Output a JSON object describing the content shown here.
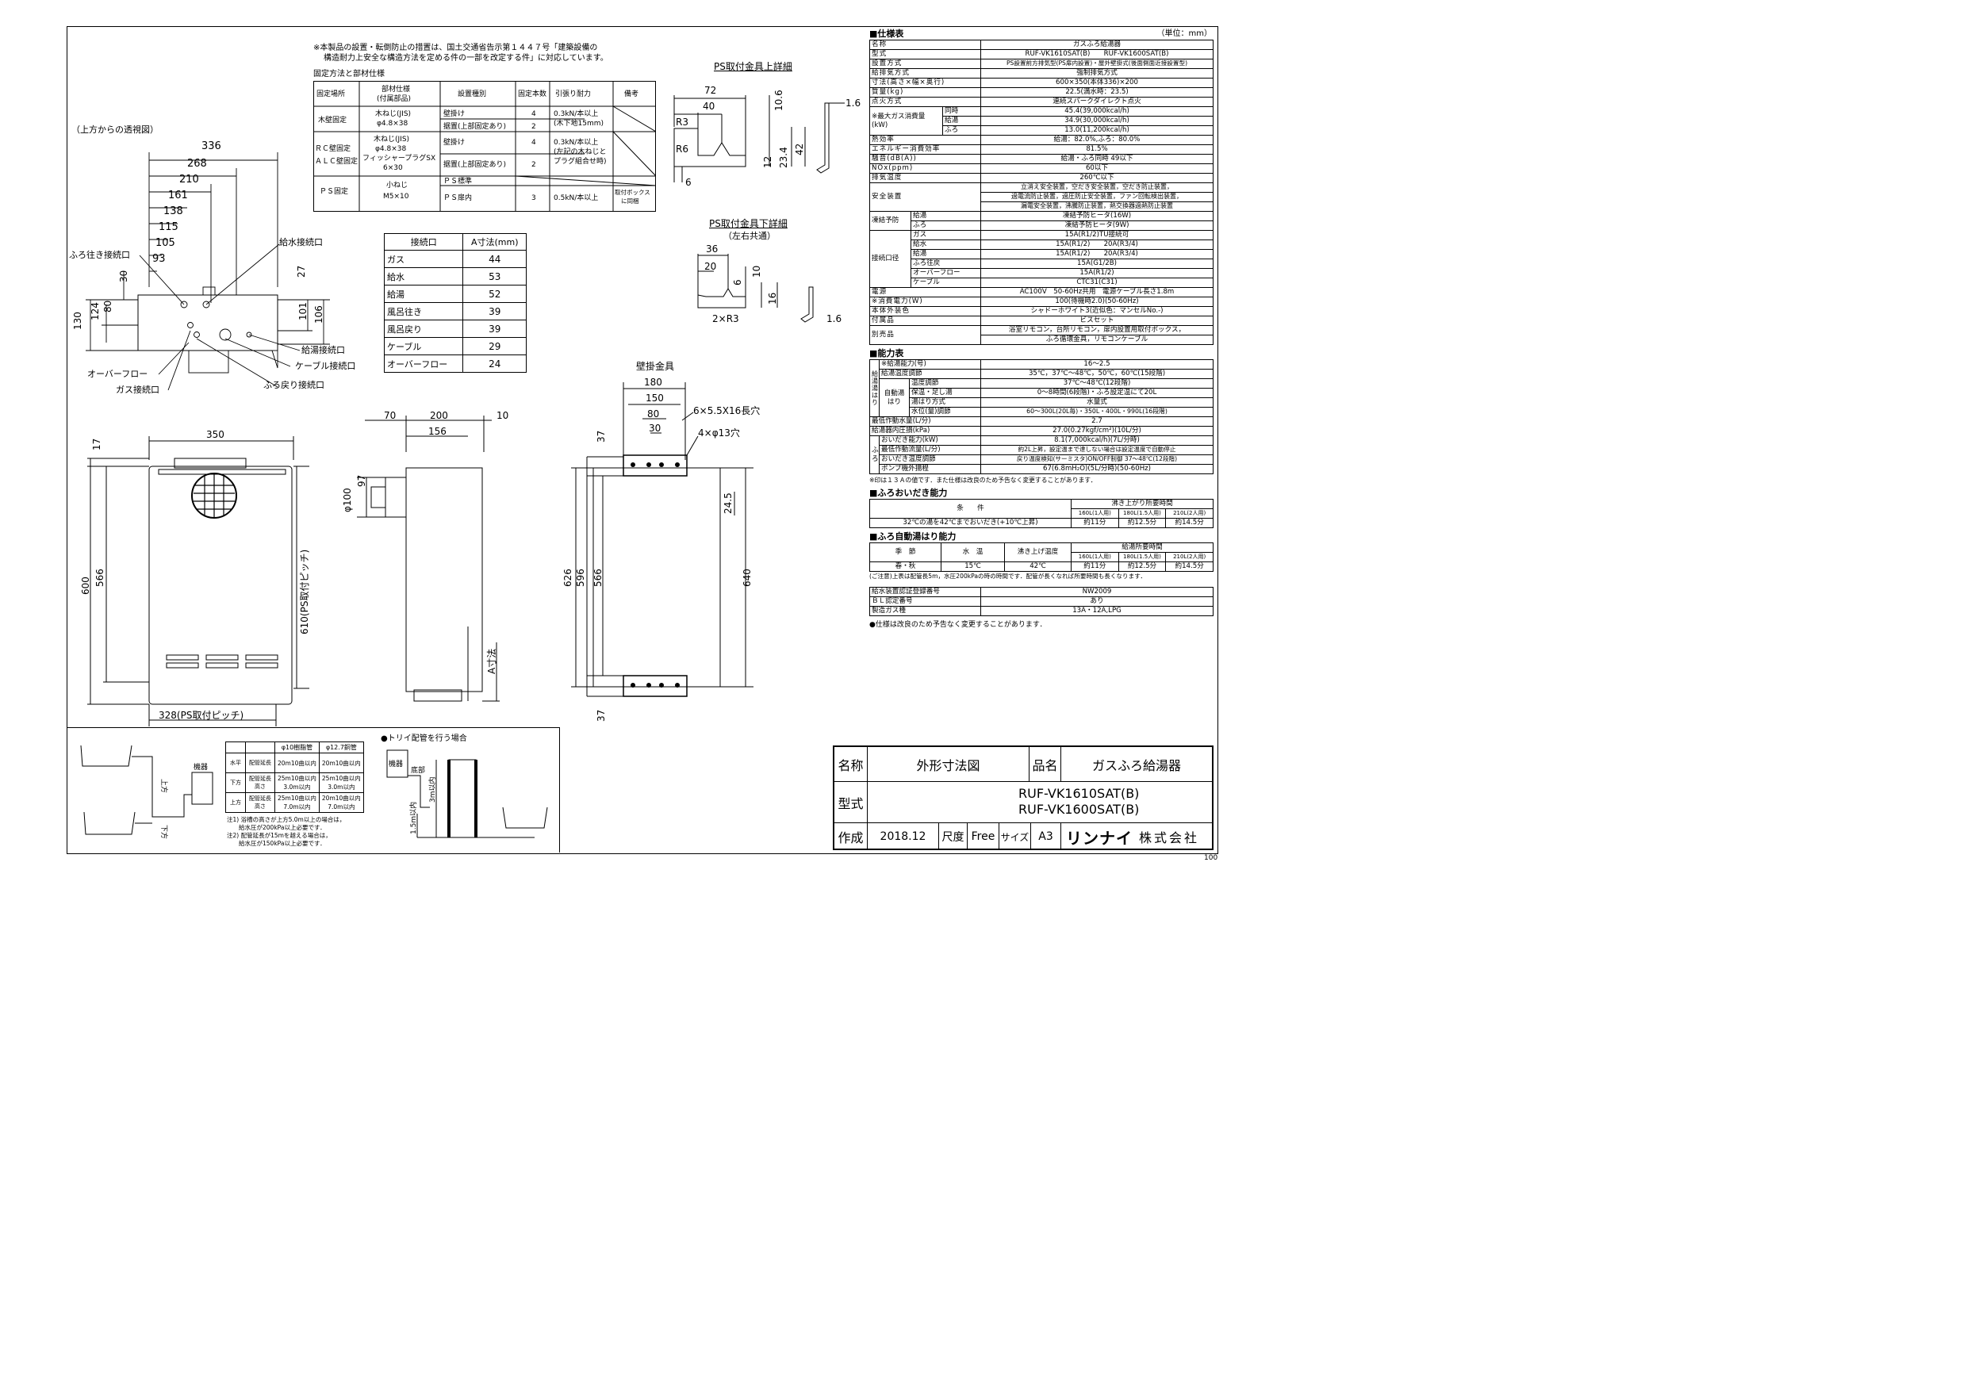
{
  "header_note": {
    "line1": "※本製品の設置・転倒防止の措置は、国土交通省告示第１４４７号「建築設備の",
    "line2": "構造耐力上安全な構造方法を定める件の一部を改定する件」に対応しています。"
  },
  "fixing": {
    "title": "固定方法と部材仕様",
    "headers": [
      "固定場所",
      "部材仕様\n(付属部品)",
      "設置種別",
      "固定本数",
      "引張り耐力",
      "備考"
    ],
    "rows": [
      [
        "木壁固定",
        "木ねじ(JIS) φ4.8×38",
        "壁掛け",
        "4",
        "0.3kN/本以上\n(木下地15mm)",
        ""
      ],
      [
        "",
        "",
        "据置(上部固定あり)",
        "2",
        "",
        ""
      ],
      [
        "ＲＣ壁固定",
        "木ねじ(JIS) φ4.8×38",
        "壁掛け",
        "4",
        "0.3kN/本以上\n(左記の木ねじと\nプラグ組合せ時)",
        ""
      ],
      [
        "ＡＬＣ壁固定",
        "フィッシャープラグSX 6×30",
        "据置(上部固定あり)",
        "2",
        "",
        ""
      ],
      [
        "ＰＳ固定",
        "小ねじ M5×10",
        "ＰＳ標準",
        "",
        "",
        ""
      ],
      [
        "",
        "",
        "ＰＳ扉内",
        "3",
        "0.5kN/本以上",
        "取付ボックス\nに同梱"
      ]
    ]
  },
  "top_view_title": "（上方からの透視図）",
  "top_dims": [
    "336",
    "268",
    "210",
    "161",
    "138",
    "115",
    "105",
    "93"
  ],
  "top_labels": {
    "furo_iki": "ふろ往き接続口",
    "kyusui": "給水接続口",
    "kyuto": "給湯接続口",
    "cable": "ケーブル接続口",
    "overflow": "オーバーフロー",
    "gas": "ガス接続口",
    "furo_modori": "ふろ戻り接続口"
  },
  "top_side_dims": [
    "30",
    "80",
    "124",
    "130",
    "27",
    "101",
    "106"
  ],
  "connection_table": {
    "headers": [
      "接続口",
      "A寸法(mm)"
    ],
    "rows": [
      [
        "ガス",
        "44"
      ],
      [
        "給水",
        "53"
      ],
      [
        "給湯",
        "52"
      ],
      [
        "風呂往き",
        "39"
      ],
      [
        "風呂戻り",
        "39"
      ],
      [
        "ケーブル",
        "29"
      ],
      [
        "オーバーフロー",
        "24"
      ]
    ]
  },
  "ps_upper": {
    "title": "PS取付金具上詳細",
    "dims": [
      "72",
      "40",
      "10.6",
      "1.6",
      "42",
      "23.4",
      "12",
      "R3",
      "R6",
      "6"
    ]
  },
  "ps_lower": {
    "title": "PS取付金具下詳細",
    "subtitle": "（左右共通）",
    "dims": [
      "36",
      "20",
      "10",
      "6",
      "16",
      "2×R3",
      "1.6"
    ]
  },
  "wall_bracket": {
    "title": "壁掛金具",
    "dims": [
      "180",
      "150",
      "80",
      "30",
      "6×5.5X16長穴",
      "4×φ13穴",
      "37",
      "24.5",
      "626",
      "596",
      "566",
      "640",
      "37"
    ]
  },
  "front_view": {
    "dims": [
      "350",
      "17",
      "600",
      "566",
      "610(PS取付ピッチ)",
      "328(PS取付ピッチ)"
    ]
  },
  "side_view": {
    "dims": [
      "70",
      "200",
      "10",
      "156",
      "97",
      "φ100",
      "A寸法"
    ]
  },
  "spec": {
    "title": "■仕様表",
    "unit": "（単位：mm）",
    "rows": [
      {
        "label": "名称",
        "value": "ガスふろ給湯器"
      },
      {
        "label": "型式",
        "value": "RUF-VK1610SAT(B)　　RUF-VK1600SAT(B)"
      },
      {
        "label": "設置方式",
        "value": "PS設置前方排気型(PS扉内設置)・屋外壁掛式(後面側面近接設置型)"
      },
      {
        "label": "給排気方式",
        "value": "強制排気方式"
      },
      {
        "label": "寸法(高さ×幅×奥行)",
        "value": "600×350(本体336)×200"
      },
      {
        "label": "質量(kg)",
        "value": "22.5(満水時：23.5)"
      },
      {
        "label": "点火方式",
        "value": "連続スパークダイレクト点火"
      },
      {
        "label": "※最大ガス消費量(kW)",
        "sub": [
          [
            "同時",
            "45.4(39,000kcal/h)"
          ],
          [
            "給湯",
            "34.9(30,000kcal/h)"
          ],
          [
            "ふろ",
            "13.0(11,200kcal/h)"
          ]
        ]
      },
      {
        "label": "熱効率",
        "value": "給湯：82.0%,ふろ：80.0%"
      },
      {
        "label": "エネルギー消費効率",
        "value": "81.5%"
      },
      {
        "label": "騒音(dB(A))",
        "value": "給湯・ふろ同時 49以下"
      },
      {
        "label": "NOx(ppm)",
        "value": "60以下"
      },
      {
        "label": "排気温度",
        "value": "260℃以下"
      },
      {
        "label": "安全装置",
        "lines": [
          "立消え安全装置，空だき安全装置，空だき防止装置，",
          "過電流防止装置，過圧防止安全装置，ファン回転検出装置，",
          "漏電安全装置，沸騰防止装置，熱交換器過熱防止装置"
        ]
      },
      {
        "label": "凍結予防",
        "sub": [
          [
            "給湯",
            "凍結予防ヒータ(16W)"
          ],
          [
            "ふろ",
            "凍結予防ヒータ(9W)"
          ]
        ]
      },
      {
        "label": "接続口径",
        "sub": [
          [
            "ガス",
            "15A(R1/2)TU接続可"
          ],
          [
            "給水",
            "15A(R1/2)　　20A(R3/4)"
          ],
          [
            "給湯",
            "15A(R1/2)　　20A(R3/4)"
          ],
          [
            "ふろ往戻",
            "15A(G1/2B)"
          ],
          [
            "オーバーフロー",
            "15A(R1/2)"
          ],
          [
            "ケーブル",
            "CTC31(C31)"
          ]
        ]
      },
      {
        "label": "電源",
        "value": "AC100V　50-60Hz共用　電源ケーブル長さ1.8m"
      },
      {
        "label": "※消費電力(W)",
        "value": "100(待機時2.0)(50-60Hz)"
      },
      {
        "label": "本体外装色",
        "value": "シャドーホワイト3(近似色：マンセルNo.-)"
      },
      {
        "label": "付属品",
        "value": "ビスセット"
      },
      {
        "label": "別売品",
        "lines": [
          "浴室リモコン，台所リモコン，扉内設置用取付ボックス，",
          "ふろ循環金具，リモコンケーブル"
        ]
      }
    ]
  },
  "capacity": {
    "title": "■能力表",
    "rows": [
      [
        "※給湯能力(号)",
        "16～2.5"
      ],
      [
        "給湯温度調節",
        "35℃，37℃～48℃，50℃，60℃(15段階)"
      ],
      [
        "温度調節",
        "37℃～48℃(12段階)"
      ],
      [
        "保温・足し湯",
        "0～8時間(6段階)・ふろ設定温にて20L"
      ],
      [
        "湯はり方式",
        "水量式"
      ],
      [
        "水位(量)調節",
        "60～300L(20L毎)・350L・400L・990L(16段階)"
      ],
      [
        "最低作動水量(L/分)",
        "2.7"
      ],
      [
        "給湯器内圧損(kPa)",
        "27.0(0.27kgf/cm²)(10L/分)"
      ],
      [
        "おいだき能力(kW)",
        "8.1(7,000kcal/h)(7L/分時)"
      ],
      [
        "最低作動流量(L/分)",
        "約2L上昇，設定温まで達しない場合は設定温度で自動停止"
      ],
      [
        "おいだき温度調節",
        "戻り温度検知(サーミスタ)ON/OFF制御 37～48℃(12段階)"
      ],
      [
        "ポンプ機外揚程",
        "67(6.8mH₂O)(5L/分時)(50-60Hz)"
      ]
    ],
    "group_labels": [
      "給湯・湯はり",
      "自動湯はり",
      "ふろ"
    ],
    "footnote": "※印は１３Ａの値です．また仕様は改良のため予告なく変更することがあります．"
  },
  "oidaki": {
    "title": "■ふろおいだき能力",
    "header_cond": "条　　件",
    "header_time": "沸き上がり所要時間",
    "cols": [
      "160L(1人用)",
      "180L(1.5人用)",
      "210L(2人用)"
    ],
    "row": [
      "32℃の湯を42℃までおいだき(+10℃上昇)",
      "約11分",
      "約12.5分",
      "約14.5分"
    ]
  },
  "auto": {
    "title": "■ふろ自動湯はり能力",
    "headers": [
      "季　節",
      "水　温",
      "沸き上げ温度",
      "給湯所要時間"
    ],
    "cols": [
      "160L(1人用)",
      "180L(1.5人用)",
      "210L(2人用)"
    ],
    "row": [
      "春・秋",
      "15℃",
      "42℃",
      "約11分",
      "約12.5分",
      "約14.5分"
    ],
    "note": "(ご注意)上表は配管長5m，水圧200kPaの時の時間です．配管が長くなれば所要時間も長くなります．"
  },
  "cert": {
    "rows": [
      [
        "給水装置認証登録番号",
        "NW2009"
      ],
      [
        "ＢＬ認定番号",
        "あり"
      ],
      [
        "製造ガス種",
        "13A・12A,LPG"
      ]
    ],
    "note": "●仕様は改良のため予告なく変更することがあります．"
  },
  "piping": {
    "table_headers": [
      "",
      "",
      "φ10樹脂管",
      "φ12.7銅管"
    ],
    "rows": [
      [
        "水平",
        "配管延長",
        "20m10曲以内",
        "20m10曲以内"
      ],
      [
        "下方",
        "配管延長\n高さ",
        "25m10曲以内\n3.0m以内",
        "25m10曲以内\n3.0m以内"
      ],
      [
        "上方",
        "配管延長\n高さ",
        "25m10曲以内\n7.0m以内",
        "20m10曲以内\n7.0m以内"
      ]
    ],
    "notes": [
      "注1) 浴槽の高さが上方5.0m以上の場合は，",
      "　　給水圧が200kPa以上必要です．",
      "注2) 配管延長が15mを越える場合は，",
      "　　給水圧が150kPa以上必要です．"
    ],
    "trap_title": "●トリイ配管を行う場合",
    "labels": [
      "上方",
      "下方",
      "機器",
      "機器",
      "底部",
      "3m以内",
      "1.5m以内"
    ]
  },
  "title_block": {
    "name_label": "名称",
    "name_value": "外形寸法図",
    "product_label": "品名",
    "product_value": "ガスふろ給湯器",
    "model_label": "型式",
    "model_value1": "RUF-VK1610SAT(B)",
    "model_value2": "RUF-VK1600SAT(B)",
    "made_label": "作成",
    "made_value": "2018.12",
    "scale_label": "尺度",
    "scale_value": "Free",
    "size_label": "サイズ",
    "size_value": "A3",
    "company_brand": "リンナイ",
    "company_suffix": "株式会社"
  },
  "page_number": "100"
}
